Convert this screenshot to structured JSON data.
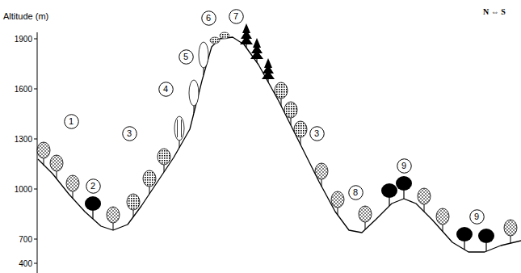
{
  "diagram": {
    "nodes": [
      {
        "text": [
          "1"
        ]
      },
      {
        "text": [
          "2"
        ]
      },
      {
        "text": [
          "3"
        ]
      },
      {
        "text": [
          "4"
        ]
      },
      {
        "text": [
          "5"
        ]
      },
      {
        "text": [
          "6"
        ]
      },
      {
        "text": [
          "7"
        ]
      },
      {
        "text": [
          "3"
        ]
      },
      {
        "text": [
          "8"
        ]
      },
      {
        "text": [
          "9"
        ]
      },
      {
        "text": [
          "9"
        ]
      }
    ],
    "labels": [
      "N ⇔ S",
      "Altitude (m)",
      "1900",
      "1600",
      "1300",
      "1000",
      "700",
      "400"
    ]
  }
}
